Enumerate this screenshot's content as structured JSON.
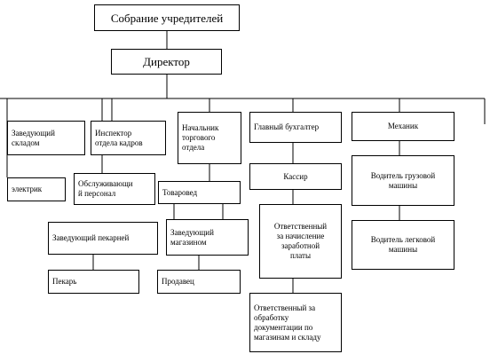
{
  "nodes": {
    "founders_meeting": "Собрание учредителей",
    "director": "Директор",
    "warehouse_head": "Заведующий\nскладом",
    "electrician": "электрик",
    "staff_inspector": "Инспектор\nотдела кадров",
    "service_staff": "Обслуживающи\nй персонал",
    "trade_dept_head": "Начальник\nторгового\nотдела",
    "merchandiser": "Товаровед",
    "bakery_head": "Заведующий пекарней",
    "baker": "Пекарь",
    "store_manager": "Заведующий\nмагазином",
    "seller": "Продавец",
    "chief_accountant": "Главный бухгалтер",
    "cashier": "Кассир",
    "payroll_officer": "Ответственный\nза начисление\nзаработной\nплаты",
    "docs_officer": "Ответственный за\nобработку\nдокументации по\nмагазинам и складу",
    "mechanic": "Механик",
    "truck_driver": "Водитель грузовой\nмашины",
    "car_driver": "Водитель легковой\nмашины"
  }
}
